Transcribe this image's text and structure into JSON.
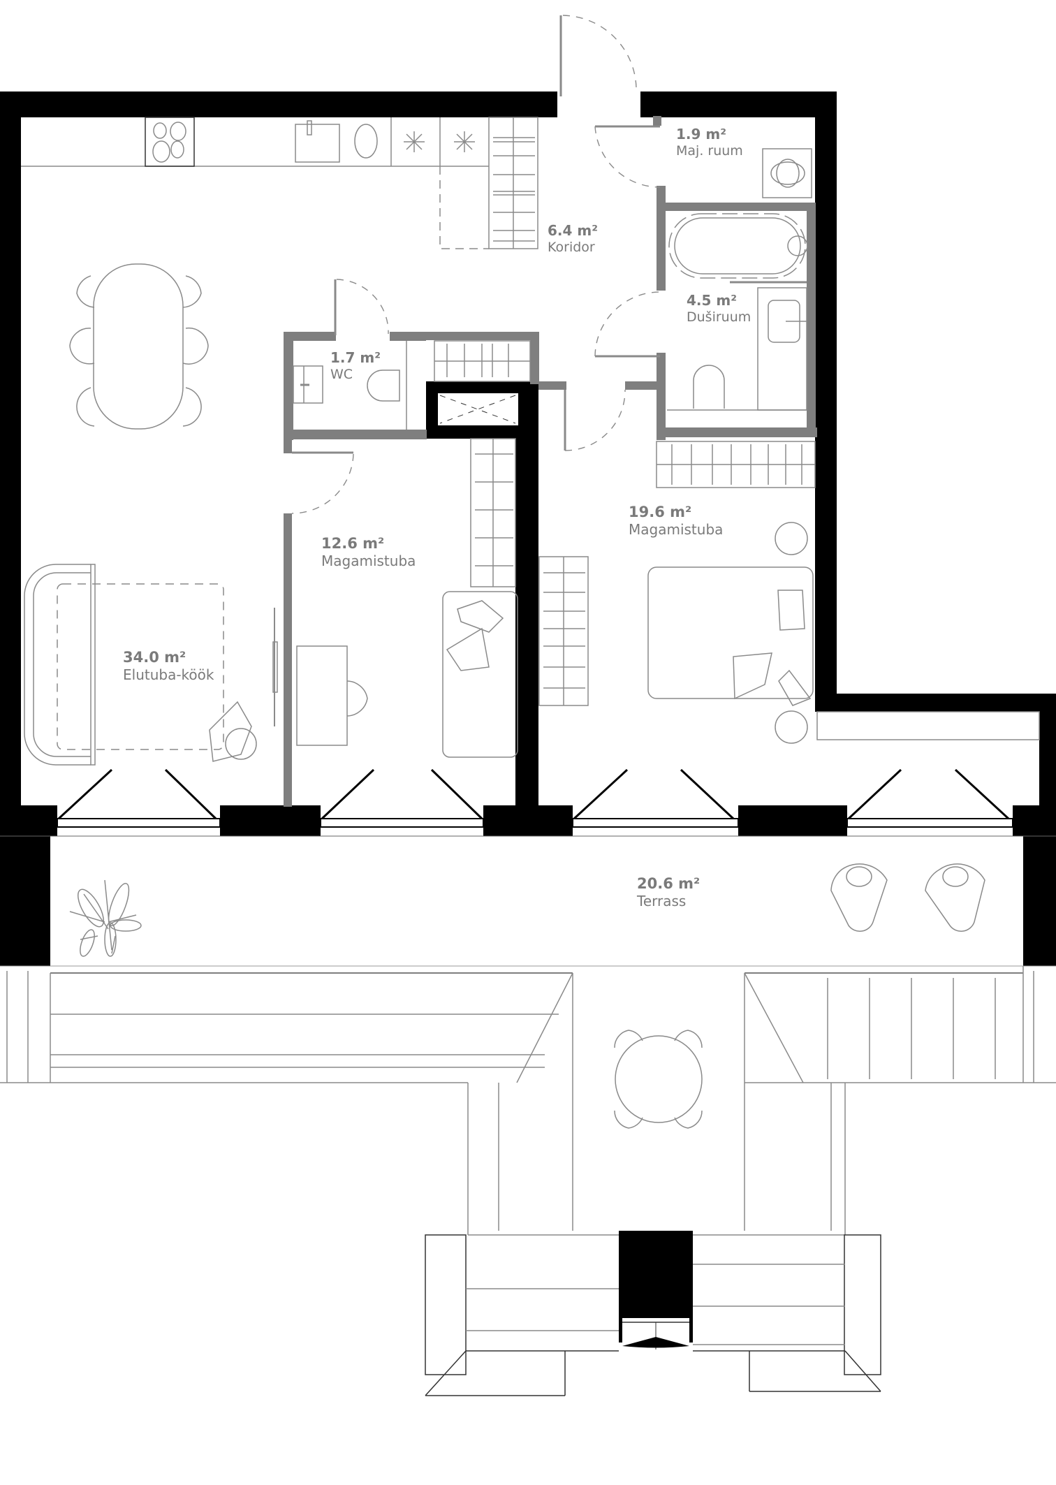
{
  "plan": {
    "colors": {
      "outer_wall": "#000000",
      "inner_wall": "#7f7f7f",
      "fixture_line": "#8a8a8a",
      "label": "#7a7a7a",
      "background": "#ffffff"
    },
    "rooms": [
      {
        "id": "utility",
        "area": "1.9 m²",
        "name": "Maj. ruum"
      },
      {
        "id": "corridor",
        "area": "6.4 m²",
        "name": "Koridor"
      },
      {
        "id": "shower",
        "area": "4.5 m²",
        "name": "Duširuum"
      },
      {
        "id": "wc",
        "area": "1.7 m²",
        "name": "WC"
      },
      {
        "id": "bedroom-small",
        "area": "12.6 m²",
        "name": "Magamistuba"
      },
      {
        "id": "bedroom-large",
        "area": "19.6 m²",
        "name": "Magamistuba"
      },
      {
        "id": "living-kitchen",
        "area": "34.0 m²",
        "name": "Elutuba-köök"
      },
      {
        "id": "terrace",
        "area": "20.6 m²",
        "name": "Terrass"
      }
    ]
  }
}
